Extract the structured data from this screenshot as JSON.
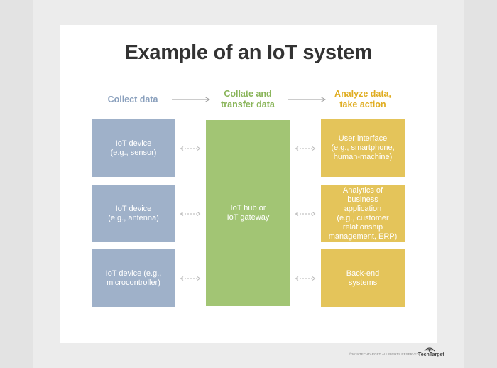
{
  "title": "Example of an IoT system",
  "columns": {
    "collect": [
      "Collect data"
    ],
    "collate": [
      "Collate and",
      "transfer data"
    ],
    "analyze": [
      "Analyze data,",
      "take action"
    ]
  },
  "devices": [
    [
      "IoT device",
      "(e.g., sensor)"
    ],
    [
      "IoT device",
      "(e.g., antenna)"
    ],
    [
      "IoT device (e.g.,",
      "microcontroller)"
    ]
  ],
  "hub": [
    "IoT hub or",
    "IoT gateway"
  ],
  "outputs": [
    [
      "User interface",
      "(e.g., smartphone,",
      "human-machine)"
    ],
    [
      "Analytics of",
      "business",
      "application",
      "(e.g., customer",
      "relationship",
      "management, ERP)"
    ],
    [
      "Back-end",
      "systems"
    ]
  ],
  "footer": {
    "copyright": "©2019 TECHTARGET. ALL RIGHTS RESERVED",
    "logo_text": "TechTarget"
  },
  "colors": {
    "device_box": "#9fb1c9",
    "hub_box": "#a2c574",
    "output_box": "#e4c45a",
    "collect_heading": "#8aa0bd",
    "collate_heading": "#8ab55a",
    "analyze_heading": "#e0ad22"
  }
}
